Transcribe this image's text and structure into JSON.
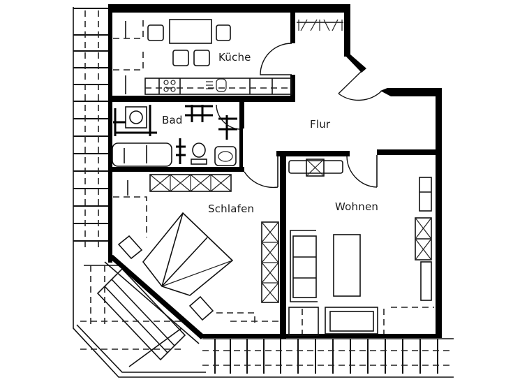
{
  "floor_plan": {
    "rooms": [
      {
        "id": "kueche",
        "label": "Küche"
      },
      {
        "id": "bad",
        "label": "Bad"
      },
      {
        "id": "flur",
        "label": "Flur"
      },
      {
        "id": "schlafen",
        "label": "Schlafen"
      },
      {
        "id": "wohnen",
        "label": "Wohnen"
      }
    ],
    "colors": {
      "walls": "#000000",
      "background": "#ffffff",
      "text": "#1a1a1a"
    }
  }
}
